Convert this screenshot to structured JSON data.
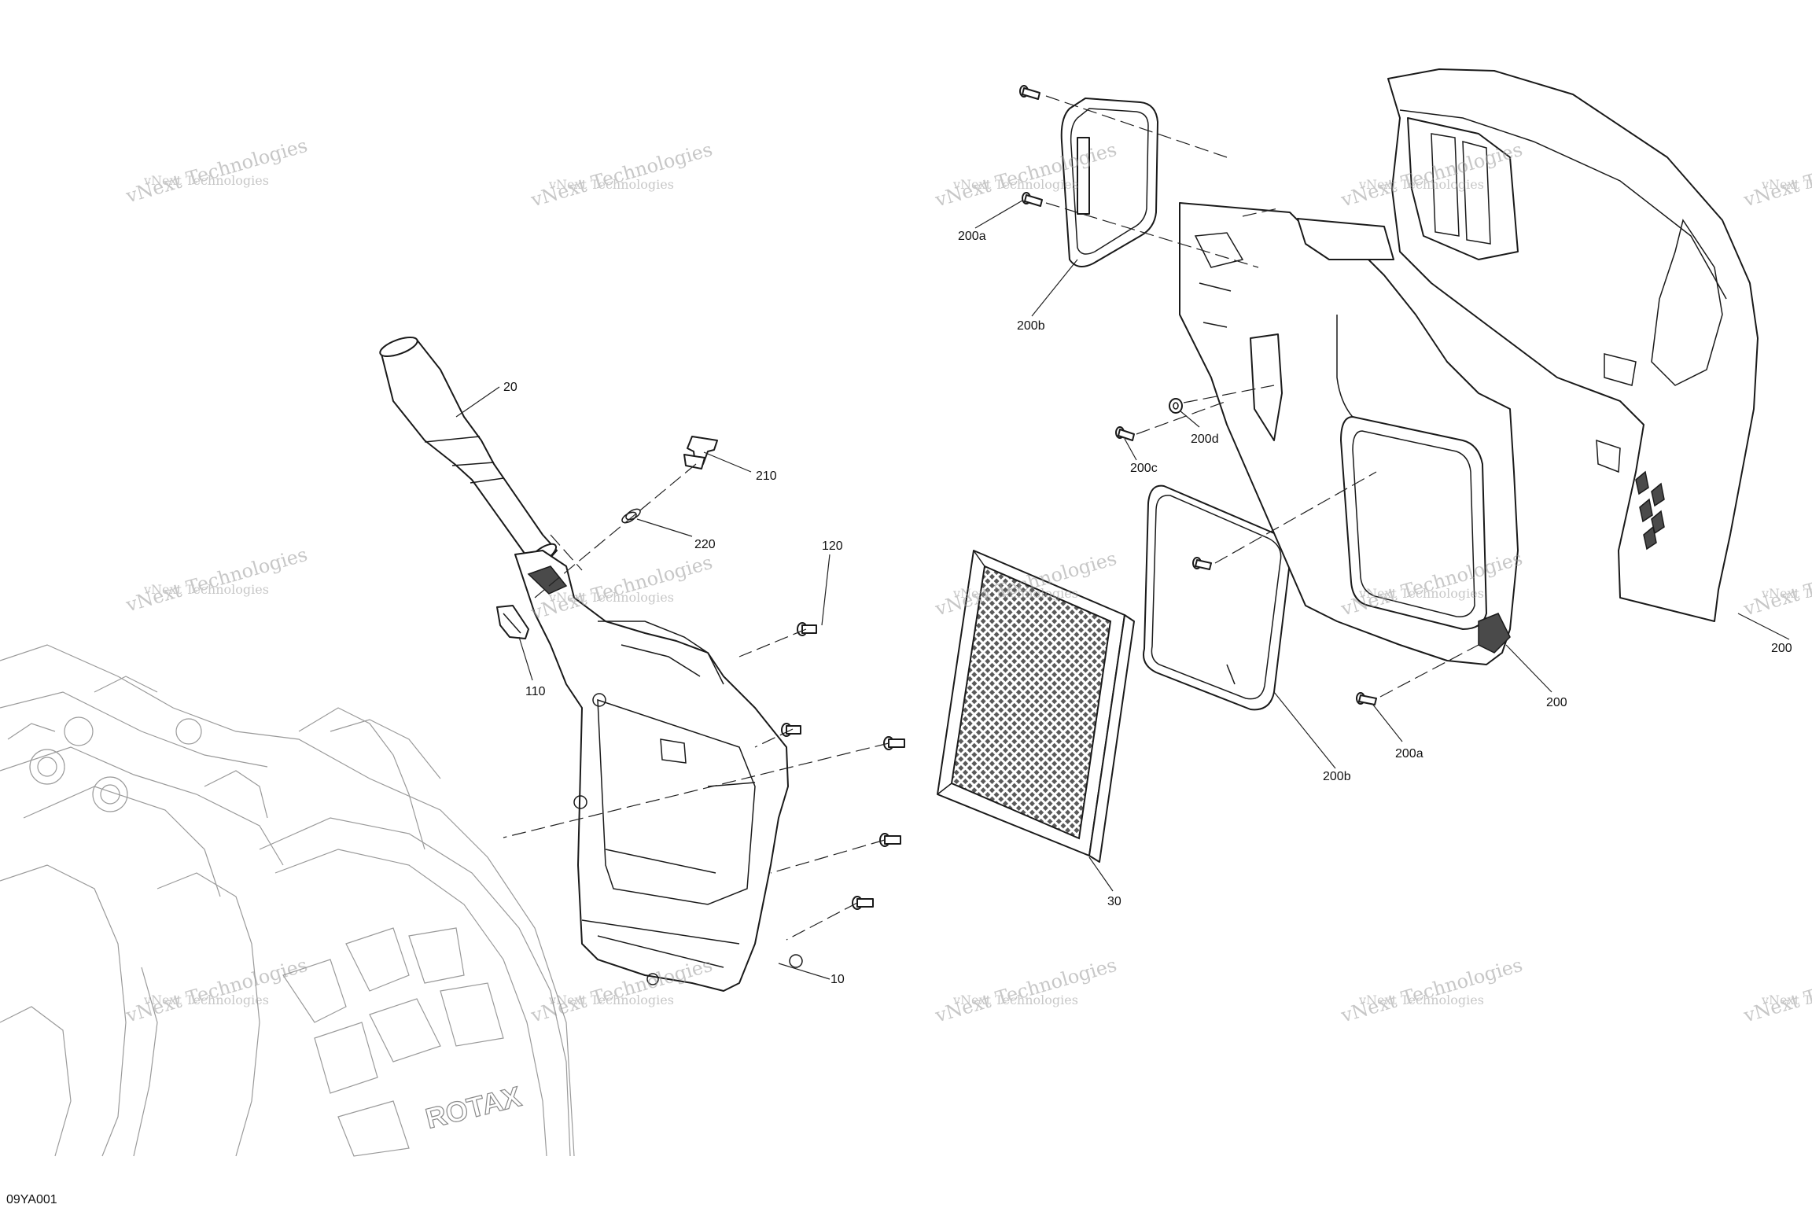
{
  "figure_code": "09YA001",
  "callouts": [
    {
      "id": "c200a-top",
      "text": "200a"
    },
    {
      "id": "c200b-top",
      "text": "200b"
    },
    {
      "id": "c20",
      "text": "20"
    },
    {
      "id": "c210",
      "text": "210"
    },
    {
      "id": "c220",
      "text": "220"
    },
    {
      "id": "c120",
      "text": "120"
    },
    {
      "id": "c110",
      "text": "110"
    },
    {
      "id": "c10",
      "text": "10"
    },
    {
      "id": "c30",
      "text": "30"
    },
    {
      "id": "c200c",
      "text": "200c"
    },
    {
      "id": "c200d",
      "text": "200d"
    },
    {
      "id": "c200-mid",
      "text": "200"
    },
    {
      "id": "c200-right",
      "text": "200"
    },
    {
      "id": "c200a-bot",
      "text": "200a"
    },
    {
      "id": "c200b-bot",
      "text": "200b"
    }
  ],
  "watermark": {
    "line1": "vNext Technologies",
    "line2": "vNext Technologies"
  },
  "engine_logo": "ROTAX",
  "parts": [
    {
      "name": "air-intake-silencer",
      "label": "10"
    },
    {
      "name": "intake-hose",
      "label": "20"
    },
    {
      "name": "air-filter",
      "label": "30"
    },
    {
      "name": "clip",
      "label": "110"
    },
    {
      "name": "screw",
      "label": "120"
    },
    {
      "name": "air-filter-housing",
      "label": "200"
    },
    {
      "name": "seal-kit",
      "label": "210"
    },
    {
      "name": "clamp",
      "label": "220"
    }
  ]
}
